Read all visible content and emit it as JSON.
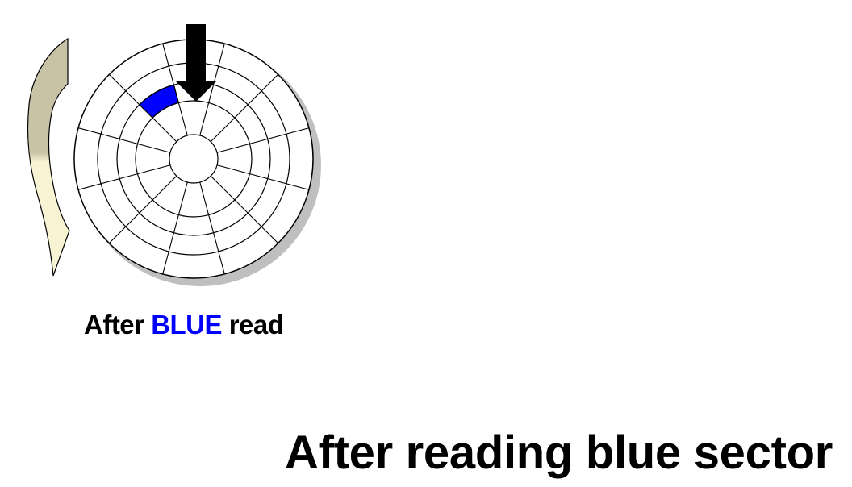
{
  "caption": {
    "prefix": "After",
    "highlight": "BLUE",
    "suffix": "read"
  },
  "title": "After reading blue sector",
  "colors": {
    "highlight_text": "#0000ff",
    "sector_fill": "#0000ff",
    "arrow": "#000000",
    "rotation_arrow_light": "#f7f3d3",
    "rotation_arrow_dark": "#c8c3a6"
  },
  "disk": {
    "tracks": 4,
    "sectors_per_track": 12,
    "highlighted_sector": {
      "track_from_outside": 3,
      "sector_index": 11
    }
  },
  "icons": {
    "head": "down-arrow-icon",
    "rotation": "curved-rotation-arrow-icon"
  }
}
